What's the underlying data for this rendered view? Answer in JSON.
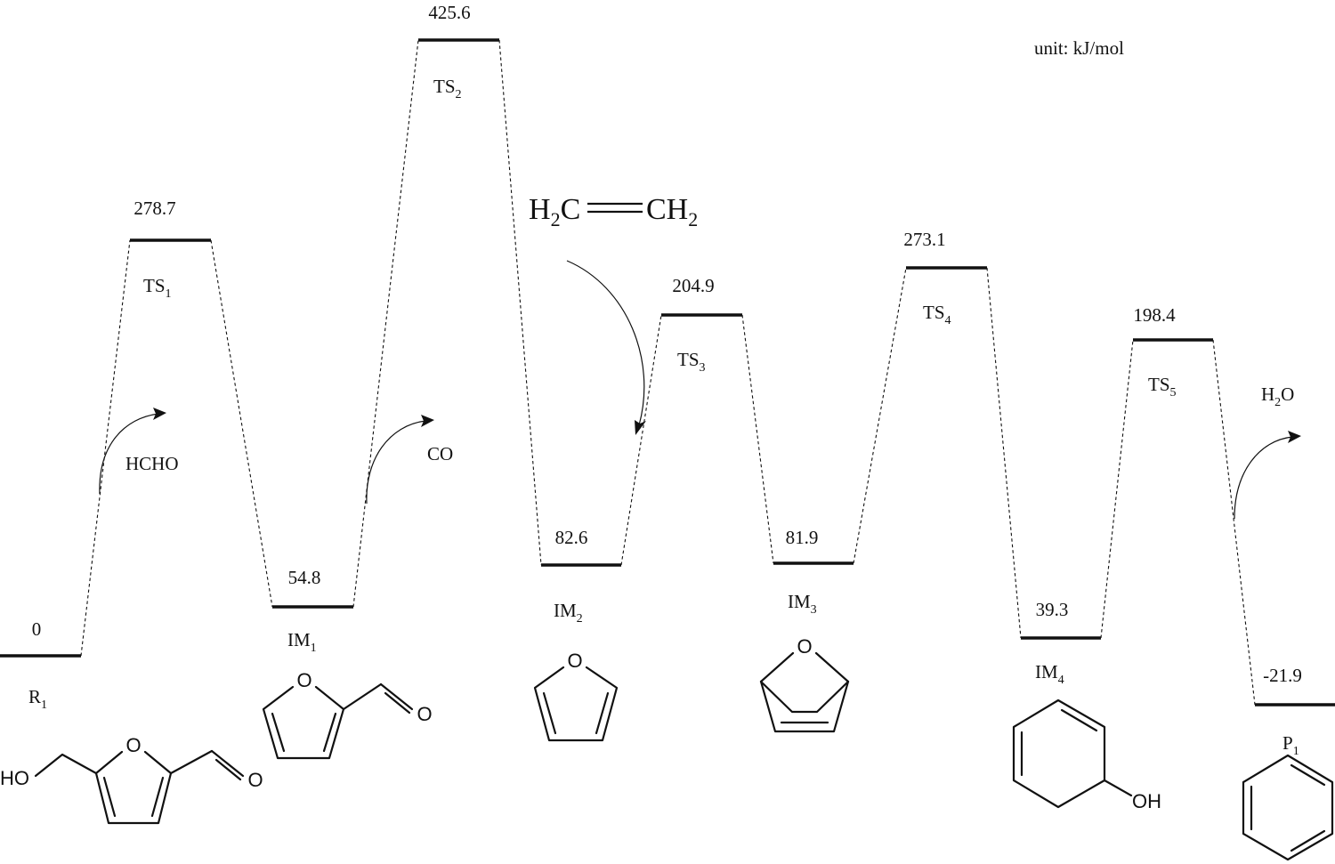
{
  "unit_label": "unit: kJ/mol",
  "levels": [
    {
      "id": "R1",
      "label": "R",
      "sub": "1",
      "value": "0"
    },
    {
      "id": "TS1",
      "label": "TS",
      "sub": "1",
      "value": "278.7"
    },
    {
      "id": "IM1",
      "label": "IM",
      "sub": "1",
      "value": "54.8"
    },
    {
      "id": "TS2",
      "label": "TS",
      "sub": "2",
      "value": "425.6"
    },
    {
      "id": "IM2",
      "label": "IM",
      "sub": "2",
      "value": "82.6"
    },
    {
      "id": "TS3",
      "label": "TS",
      "sub": "3",
      "value": "204.9"
    },
    {
      "id": "IM3",
      "label": "IM",
      "sub": "3",
      "value": "81.9"
    },
    {
      "id": "TS4",
      "label": "TS",
      "sub": "4",
      "value": "273.1"
    },
    {
      "id": "IM4",
      "label": "IM",
      "sub": "4",
      "value": "39.3"
    },
    {
      "id": "TS5",
      "label": "TS",
      "sub": "5",
      "value": "198.4"
    },
    {
      "id": "P1",
      "label": "P",
      "sub": "1",
      "value": "-21.9"
    }
  ],
  "released": {
    "hcho": "HCHO",
    "co": "CO",
    "h2o": {
      "main": "H",
      "sub": "2",
      "tail": "O"
    }
  },
  "added": {
    "ethylene": {
      "h2c_main": "H",
      "h2c_sub": "2",
      "h2c_tail": "C",
      "ch2_main": "CH",
      "ch2_sub": "2"
    }
  },
  "atoms": {
    "o": "O",
    "ho": "HO",
    "oh": "OH"
  }
}
